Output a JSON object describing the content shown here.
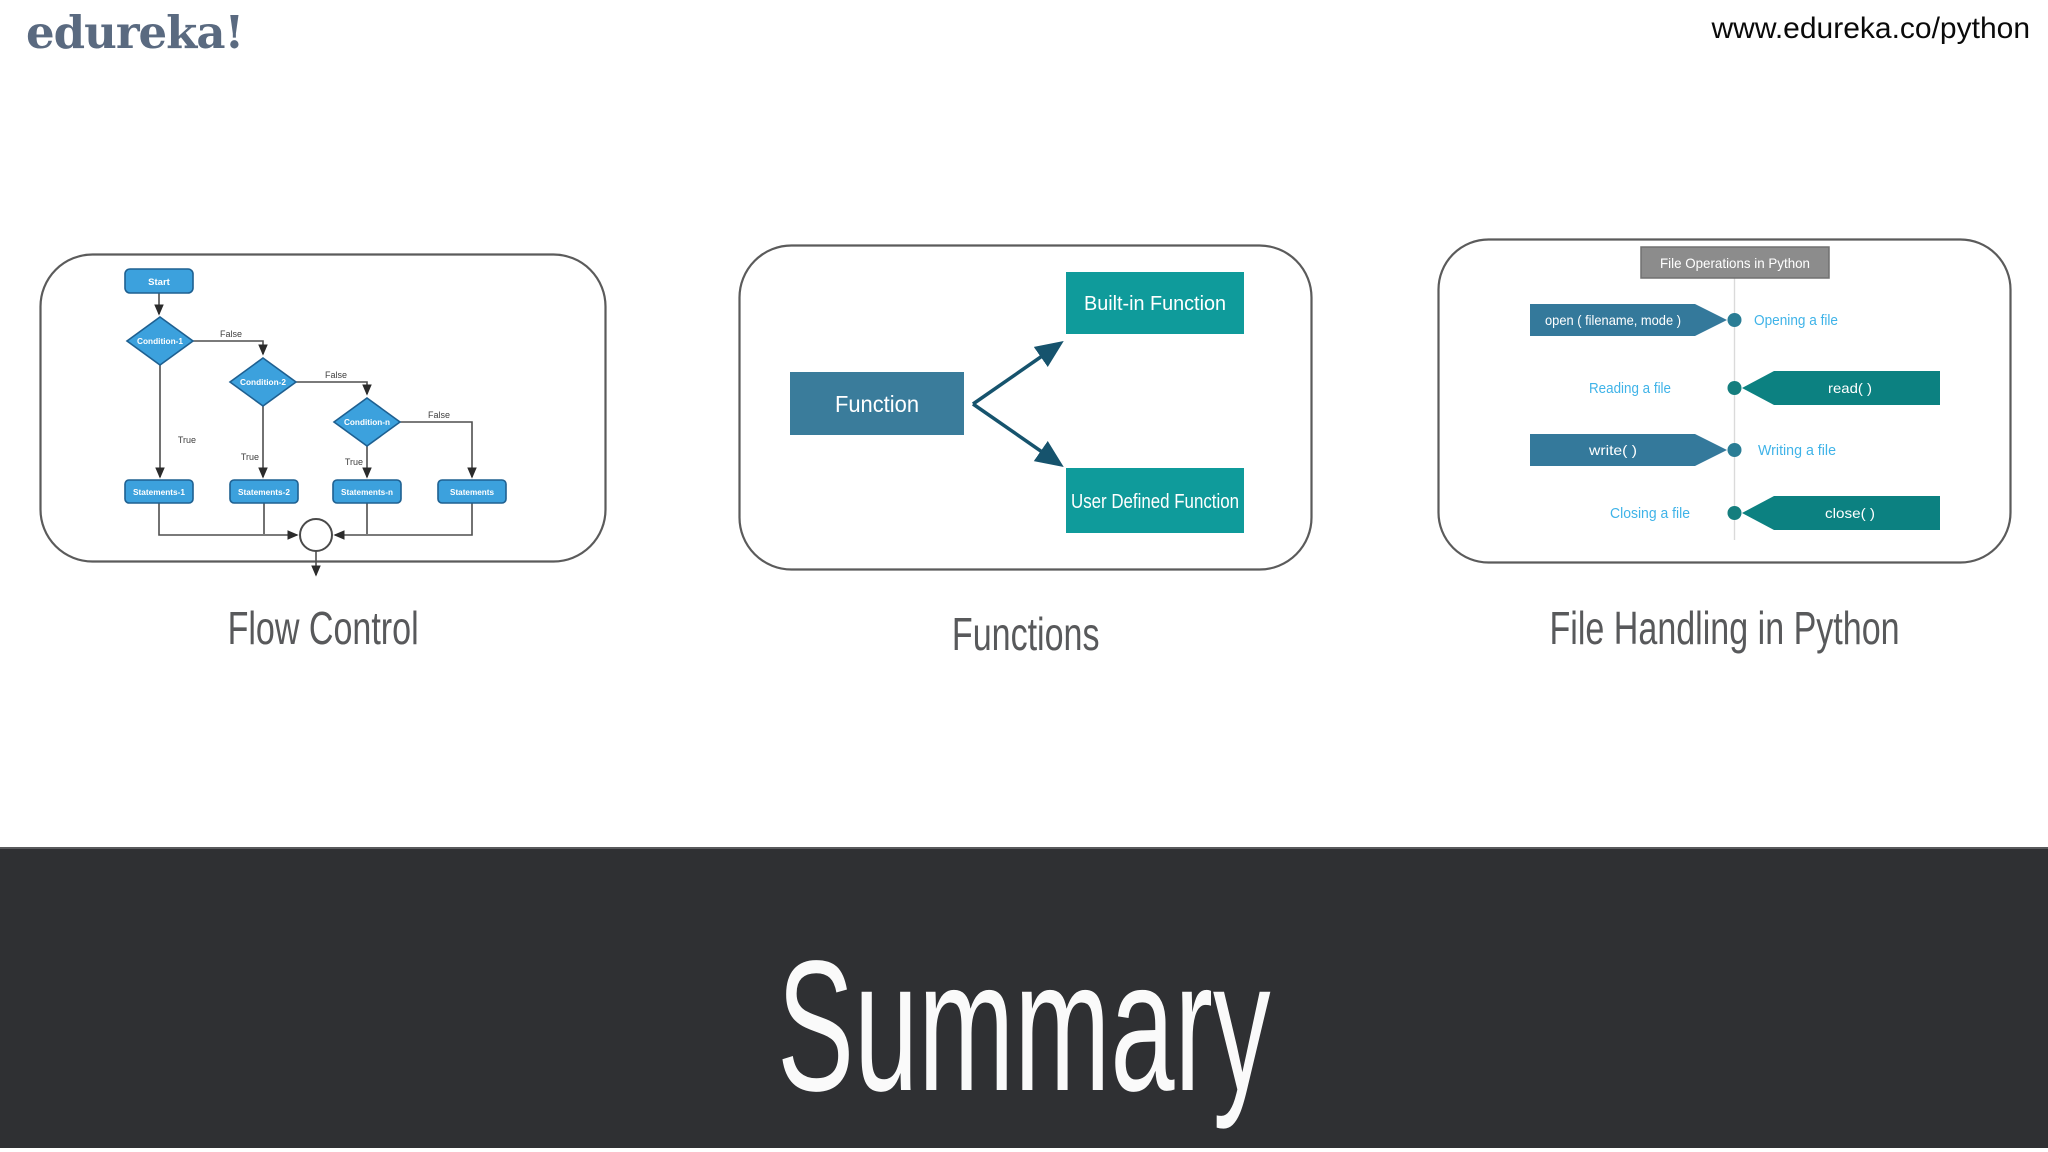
{
  "header": {
    "logo_text": "edureka!",
    "site_url": "www.edureka.co/python"
  },
  "flow_control": {
    "caption": "Flow Control",
    "start": "Start",
    "cond1": "Condition-1",
    "cond2": "Condition-2",
    "condn": "Condition-n",
    "stmt1": "Statements-1",
    "stmt2": "Statements-2",
    "stmtn": "Statements-n",
    "stmt_else": "Statements",
    "true1": "True",
    "true2": "True",
    "truen": "True",
    "false1": "False",
    "false2": "False",
    "falsen": "False"
  },
  "functions": {
    "caption": "Functions",
    "root": "Function",
    "child1": "Built-in Function",
    "child2": "User Defined Function"
  },
  "file_handling": {
    "caption": "File Handling in Python",
    "box_title": "File Operations in Python",
    "row1": {
      "method": "open ( filename, mode )",
      "label": "Opening a file"
    },
    "row2": {
      "method": "read( )",
      "label": "Reading a file"
    },
    "row3": {
      "method": "write( )",
      "label": "Writing a file"
    },
    "row4": {
      "method": "close( )",
      "label": "Closing a file"
    }
  },
  "footer": {
    "title": "Summary"
  },
  "colors": {
    "flow_blue": "#3CA1DD",
    "flow_blue_border": "#1E6091",
    "steel_blue": "#34799B",
    "teal": "#0F9B9B",
    "dark_teal": "#0C8181",
    "light_blue_label": "#3FB3E8",
    "header_gray": "#8C8C8C",
    "footer_bg": "#2F3033",
    "logo_slate": "#5A6A80"
  }
}
